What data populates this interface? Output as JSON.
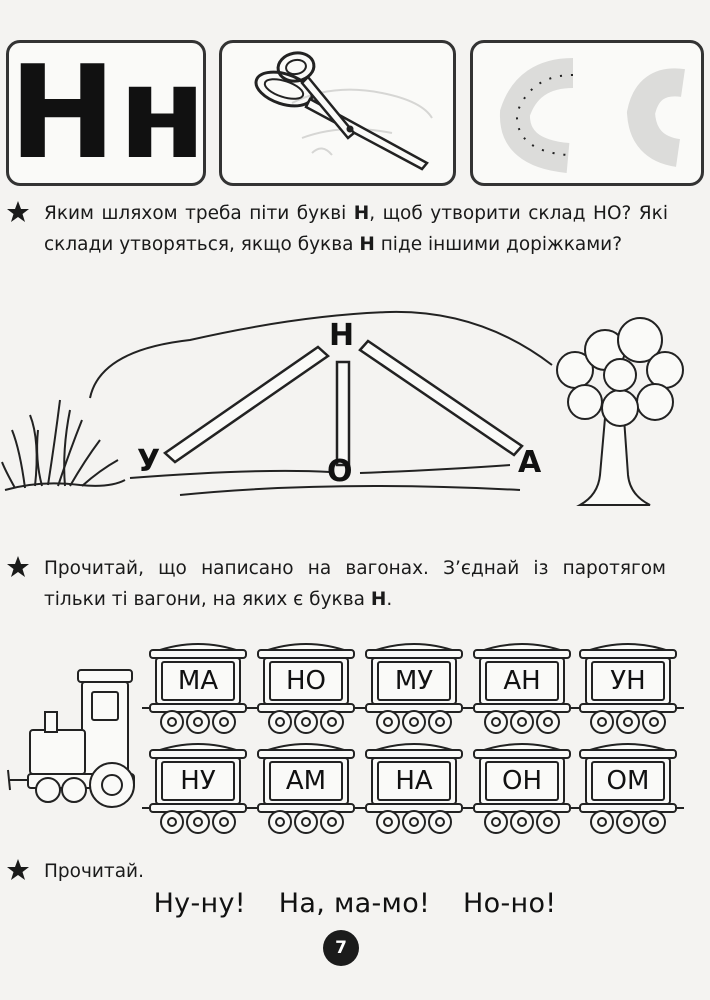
{
  "header": {
    "letter_card": "Нн"
  },
  "task1": {
    "text_before": "Яким шляхом треба піти букві ",
    "letter_1": "Н",
    "text_middle": ", щоб утворити склад НО? Які склади утворяться, якщо буква ",
    "letter_2": "Н",
    "text_after": " піде іншими доріжками?"
  },
  "maze": {
    "top_letter": "Н",
    "left_letter": "У",
    "middle_letter": "О",
    "right_letter": "А"
  },
  "task2": {
    "text_before": "Прочитай, що написано на вагонах. З’єднай із паротягом тільки ті вагони, на яких є буква ",
    "letter": "Н",
    "text_after": "."
  },
  "wagons": {
    "row1": [
      "МА",
      "НО",
      "МУ",
      "АН",
      "УН"
    ],
    "row2": [
      "НУ",
      "АМ",
      "НА",
      "ОН",
      "ОМ"
    ]
  },
  "task3": {
    "text": "Прочитай."
  },
  "reading": [
    "Ну-ну!",
    "На, ма-мо!",
    "Но-но!"
  ],
  "page_number": "7"
}
